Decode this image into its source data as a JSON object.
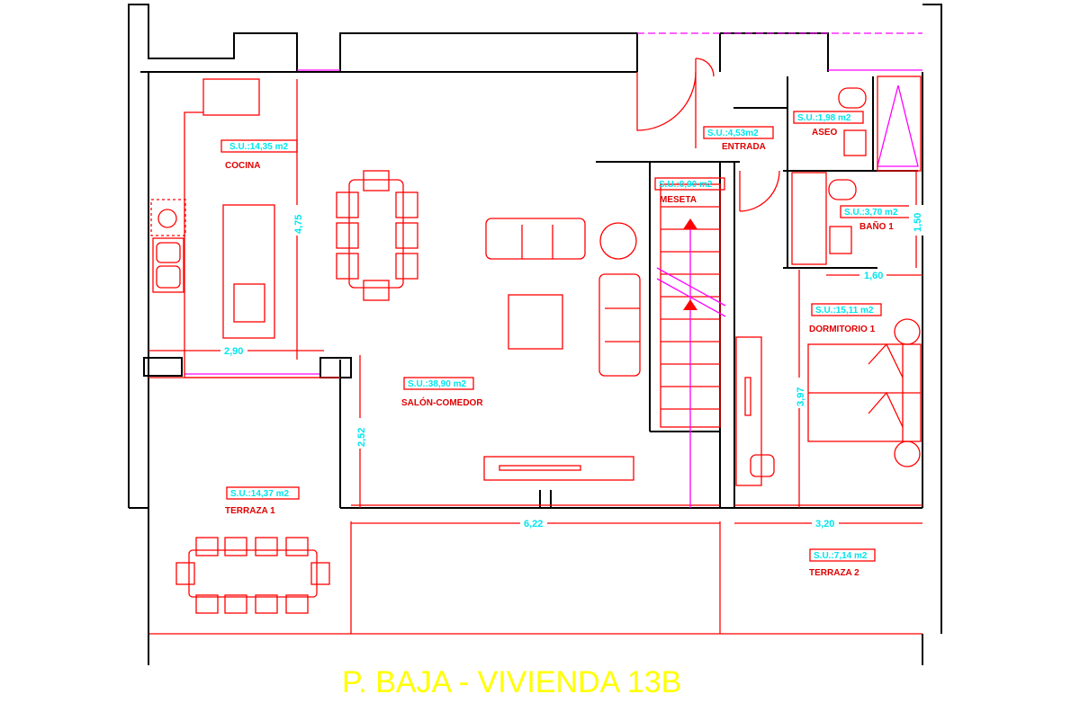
{
  "title": "P. BAJA - VIVIENDA 13B",
  "rooms": {
    "cocina": {
      "name": "COCINA",
      "area": "S.U.:14,35 m2"
    },
    "salon": {
      "name": "SALÓN-COMEDOR",
      "area": "S.U.:38,90 m2"
    },
    "entrada": {
      "name": "ENTRADA",
      "area": "S.U.:4,53m2"
    },
    "aseo": {
      "name": "ASEO",
      "area": "S.U.:1,98 m2"
    },
    "meseta": {
      "name": "MESETA",
      "area": "S.U.:0,90 m2"
    },
    "bano1": {
      "name": "BAÑO 1",
      "area": "S.U.:3,70 m2"
    },
    "dormitorio1": {
      "name": "DORMITORIO 1",
      "area": "S.U.:15,11 m2"
    },
    "terraza1": {
      "name": "TERRAZA 1",
      "area": "S.U.:14,37 m2"
    },
    "terraza2": {
      "name": "TERRAZA 2",
      "area": "S.U.:7,14 m2"
    }
  },
  "dimensions": {
    "cocina_height": "4,75",
    "cocina_width": "2,90",
    "salon_depth": "2,52",
    "salon_width": "6,22",
    "bano_height": "1,50",
    "bano_width": "1,60",
    "dormitorio_depth": "3,97",
    "dormitorio_width": "3,20"
  }
}
